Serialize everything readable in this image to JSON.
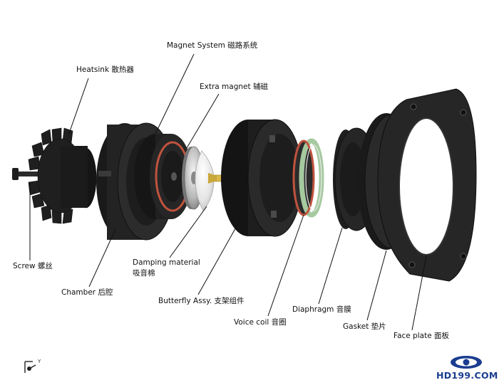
{
  "labels": {
    "heatsink": "Heatsink 散热器",
    "magnet_system": "Magnet System 磁路系统",
    "extra_magnet": "Extra magnet 辅磁",
    "screw": "Screw 螺丝",
    "chamber": "Chamber 后腔",
    "damping_line1": "Damping material",
    "damping_line2": "吸音棉",
    "butterfly": "Butterfly Assy. 支架组件",
    "voice_coil": "Voice coil 音圈",
    "diaphragm": "Diaphragm 音膜",
    "gasket": "Gasket 垫片",
    "face_plate": "Face plate 面板"
  },
  "logo": {
    "text": "HD199.COM"
  },
  "axis": {
    "label": "Y"
  },
  "colors": {
    "part_dark": "#1c1c1c",
    "part_mid": "#2e2e2e",
    "copper_ring": "#c0533e",
    "voice_coil_band": "#a6c9a0",
    "butterfly_gold": "#d8b84a",
    "brand_blue": "#1a3d8f"
  }
}
